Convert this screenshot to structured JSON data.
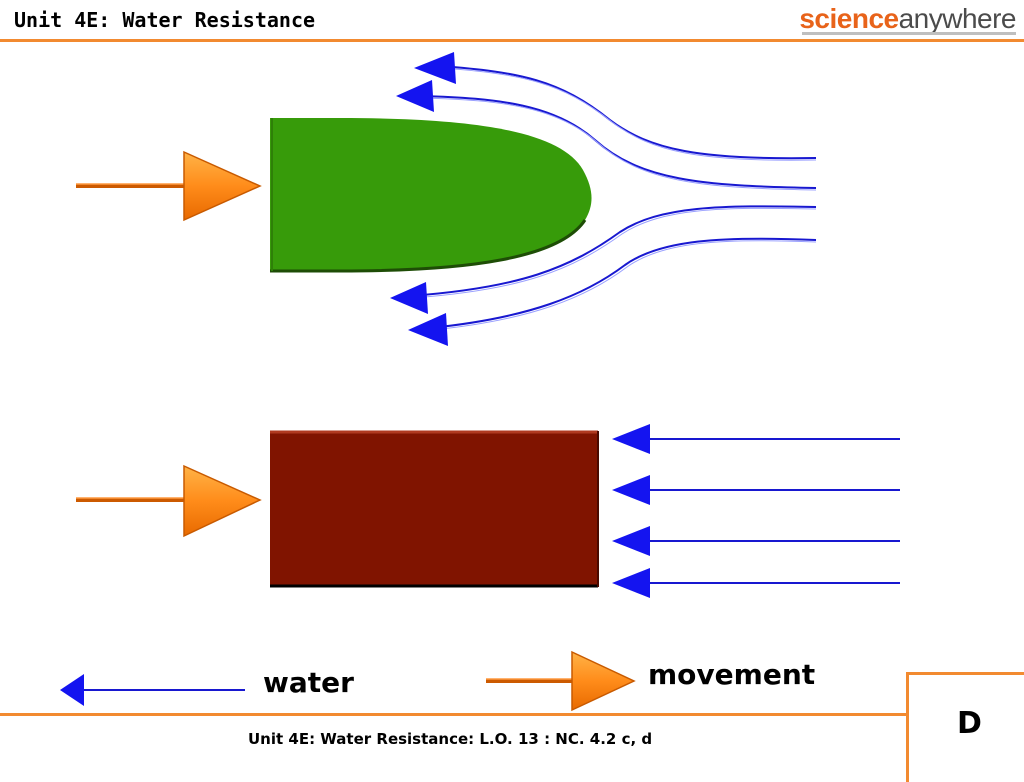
{
  "header": {
    "title": "Unit 4E: Water Resistance",
    "logo_part1": "science",
    "logo_part2": "anywhere"
  },
  "legend": {
    "water_label": "water",
    "movement_label": "movement"
  },
  "footer": {
    "text": "Unit 4E: Water Resistance: L.O. 13 : NC. 4.2 c, d",
    "slide_letter": "D"
  },
  "colors": {
    "accent_orange": "#f28a30",
    "movement_arrow": "#ff7f11",
    "water_arrow": "#1010e0",
    "streamlined_shape": "#379b0a",
    "block_shape": "#801400"
  },
  "icons": {
    "movement": "right-arrow-icon",
    "water": "left-arrow-icon"
  }
}
